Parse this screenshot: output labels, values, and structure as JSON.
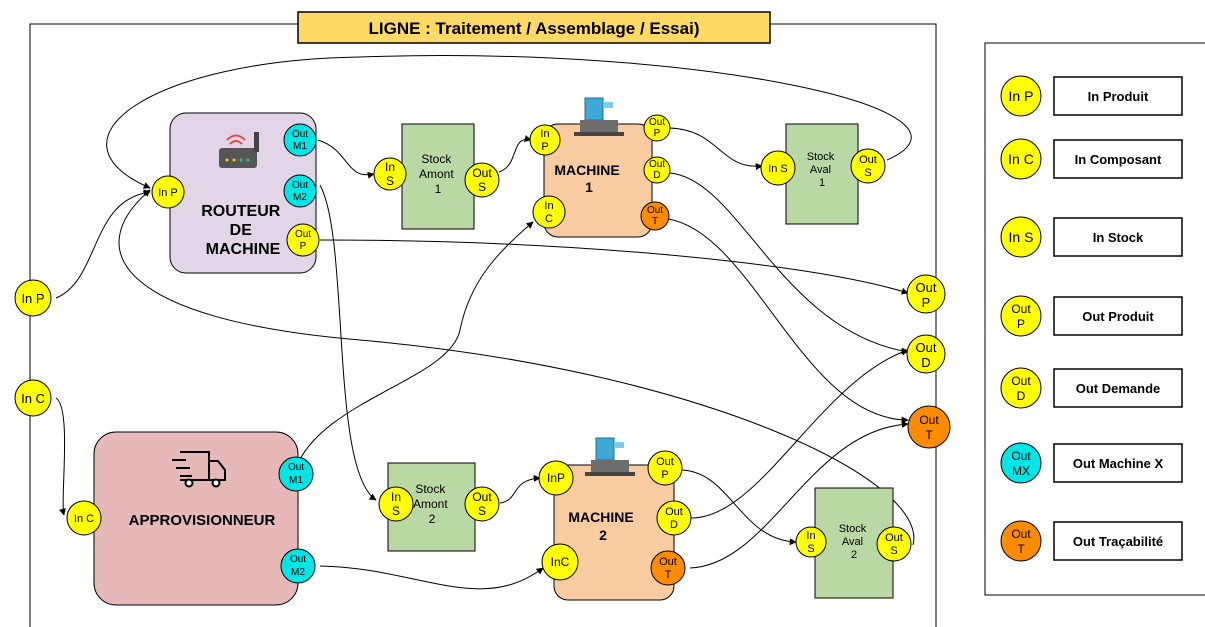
{
  "title": "LIGNE : Traitement / Assemblage / Essai)",
  "colors": {
    "port_yellow": "#ffff00",
    "port_cyan": "#00e5e5",
    "port_orange": "#ff8c00",
    "router_fill": "#e1d5e7",
    "appro_fill": "#e6b8b7",
    "machine_fill": "#f8cba0",
    "stock_fill": "#b9d8a4",
    "title_fill": "#ffd966"
  },
  "line_ports": {
    "in_p": "In P",
    "in_c": "In C",
    "out_p": [
      "Out",
      "P"
    ],
    "out_d": [
      "Out",
      "D"
    ],
    "out_t": [
      "Out",
      "T"
    ]
  },
  "router": {
    "label": [
      "ROUTEUR",
      "DE",
      "MACHINE"
    ],
    "icon": "wifi-router-icon",
    "in_p": "In P",
    "out_m1": [
      "Out",
      "M1"
    ],
    "out_m2": [
      "Out",
      "M2"
    ],
    "out_p": [
      "Out",
      "P"
    ]
  },
  "appro": {
    "label": "APPROVISIONNEUR",
    "icon": "delivery-truck-icon",
    "in_c": "In C",
    "out_m1": [
      "Out",
      "M1"
    ],
    "out_m2": [
      "Out",
      "M2"
    ]
  },
  "stock_amont_1": {
    "label": [
      "Stock",
      "Amont",
      "1"
    ],
    "in_s": [
      "In",
      "S"
    ],
    "out_s": [
      "Out",
      "S"
    ]
  },
  "stock_amont_2": {
    "label": [
      "Stock",
      "Amont",
      "2"
    ],
    "in_s": [
      "In",
      "S"
    ],
    "out_s": [
      "Out",
      "S"
    ]
  },
  "machine_1": {
    "label": [
      "MACHINE",
      "1"
    ],
    "icon": "machine-tool-icon",
    "in_p": [
      "In",
      "P"
    ],
    "in_c": [
      "In",
      "C"
    ],
    "out_p": [
      "Out",
      "P"
    ],
    "out_d": [
      "Out",
      "D"
    ],
    "out_t": [
      "Out",
      "T"
    ]
  },
  "machine_2": {
    "label": [
      "MACHINE",
      "2"
    ],
    "icon": "machine-tool-icon",
    "in_p": "InP",
    "in_c": "InC",
    "out_p": [
      "Out",
      "P"
    ],
    "out_d": [
      "Out",
      "D"
    ],
    "out_t": [
      "Out",
      "T"
    ]
  },
  "stock_aval_1": {
    "label": [
      "Stock",
      "Aval",
      "1"
    ],
    "in_s": "In S",
    "out_s": [
      "Out",
      "S"
    ]
  },
  "stock_aval_2": {
    "label": [
      "Stock",
      "Aval",
      "2"
    ],
    "in_s": [
      "In",
      "S"
    ],
    "out_s": [
      "Out",
      "S"
    ]
  },
  "legend": [
    {
      "symbol": [
        "In P"
      ],
      "color": "#ffff00",
      "label": "In Produit"
    },
    {
      "symbol": [
        "In C"
      ],
      "color": "#ffff00",
      "label": "In Composant"
    },
    {
      "symbol": [
        "In S"
      ],
      "color": "#ffff00",
      "label": "In Stock"
    },
    {
      "symbol": [
        "Out",
        "P"
      ],
      "color": "#ffff00",
      "label": "Out Produit"
    },
    {
      "symbol": [
        "Out",
        "D"
      ],
      "color": "#ffff00",
      "label": "Out Demande"
    },
    {
      "symbol": [
        "Out",
        "MX"
      ],
      "color": "#00e5e5",
      "label": "Out Machine X"
    },
    {
      "symbol": [
        "Out",
        "T"
      ],
      "color": "#ff8c00",
      "label": "Out Traçabilité"
    }
  ]
}
